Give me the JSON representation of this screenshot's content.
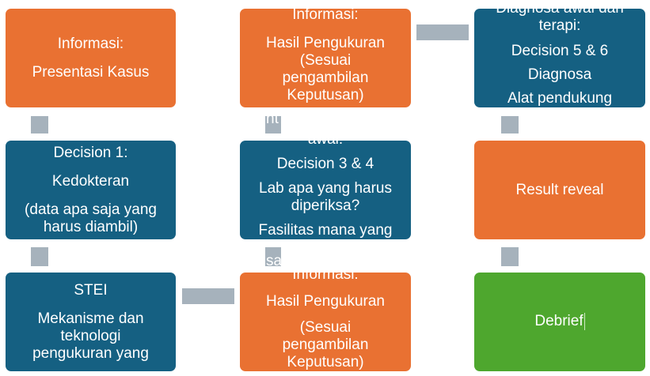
{
  "boxes": {
    "b1": {
      "lines": [
        "Informasi:",
        "Presentasi Kasus"
      ],
      "color": "#E97132"
    },
    "b2": {
      "lines": [
        "Informasi:",
        "Hasil Pengukuran",
        "(Sesuai",
        "pengambilan",
        "Keputusan)"
      ],
      "color": "#E97132"
    },
    "b3": {
      "lines": [
        "Diagnosa awal dan",
        "terapi:",
        "Decision 5 & 6",
        "Diagnosa",
        "Alat pendukung"
      ],
      "color": "#156082"
    },
    "b4": {
      "lines": [
        "Decision 1:",
        "Kedokteran",
        "(data apa saja yang",
        "harus diambil)"
      ],
      "color": "#156082"
    },
    "b5": {
      "lines": [
        "awal:",
        "Decision 3 & 4",
        "Lab apa yang harus",
        "diperiksa?",
        "Fasilitas mana yang"
      ],
      "color": "#156082"
    },
    "b6": {
      "lines": [
        "Result reveal"
      ],
      "color": "#E97132"
    },
    "b7": {
      "lines": [
        "STEI",
        "Mekanisme dan",
        "teknologi",
        "pengukuran yang"
      ],
      "color": "#156082"
    },
    "b8": {
      "lines": [
        "Informasi:",
        "Hasil Pengukuran",
        "(Sesuai",
        "pengambilan",
        "Keputusan)"
      ],
      "color": "#E97132"
    },
    "b9": {
      "lines": [
        "Debrief"
      ],
      "color": "#4EA72E"
    }
  },
  "overflow_fragments": {
    "f1": "nt",
    "f2": "sa"
  }
}
